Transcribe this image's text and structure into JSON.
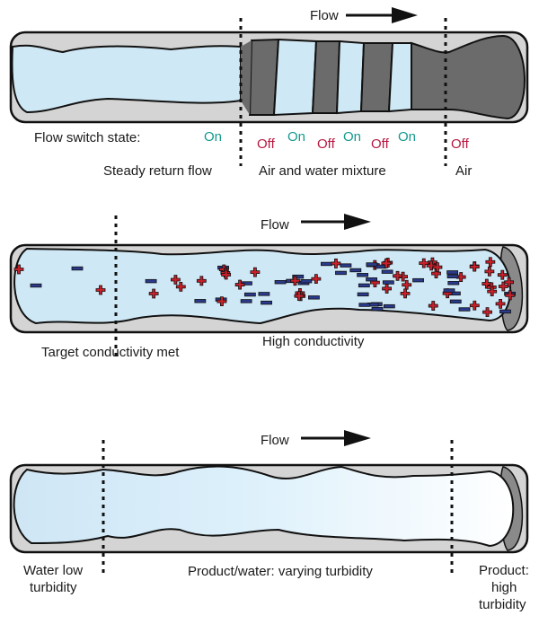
{
  "colors": {
    "water": "#cfe8f5",
    "pipe_wall": "#d4d4d4",
    "air": "#6b6b6b",
    "outline": "#111111",
    "on": "#139a8e",
    "off": "#b8163f",
    "plus": "#c8202a",
    "minus": "#2a3a8c"
  },
  "panel1": {
    "flow_label": "Flow",
    "switch_label": "Flow switch state:",
    "states": [
      {
        "text": "On",
        "state": "on"
      },
      {
        "text": "Off",
        "state": "off"
      },
      {
        "text": "On",
        "state": "on"
      },
      {
        "text": "Off",
        "state": "off"
      },
      {
        "text": "On",
        "state": "on"
      },
      {
        "text": "Off",
        "state": "off"
      },
      {
        "text": "On",
        "state": "on"
      },
      {
        "text": "Off",
        "state": "off"
      }
    ],
    "zones": [
      "Steady return flow",
      "Air and water mixture",
      "Air"
    ]
  },
  "panel2": {
    "flow_label": "Flow",
    "zones": [
      "Target conductivity met",
      "High conductivity"
    ]
  },
  "panel3": {
    "flow_label": "Flow",
    "zones": {
      "left": [
        "Water low",
        "turbidity"
      ],
      "middle": "Product/water: varying turbidity",
      "right": [
        "Product:",
        "high",
        "turbidity"
      ]
    }
  }
}
